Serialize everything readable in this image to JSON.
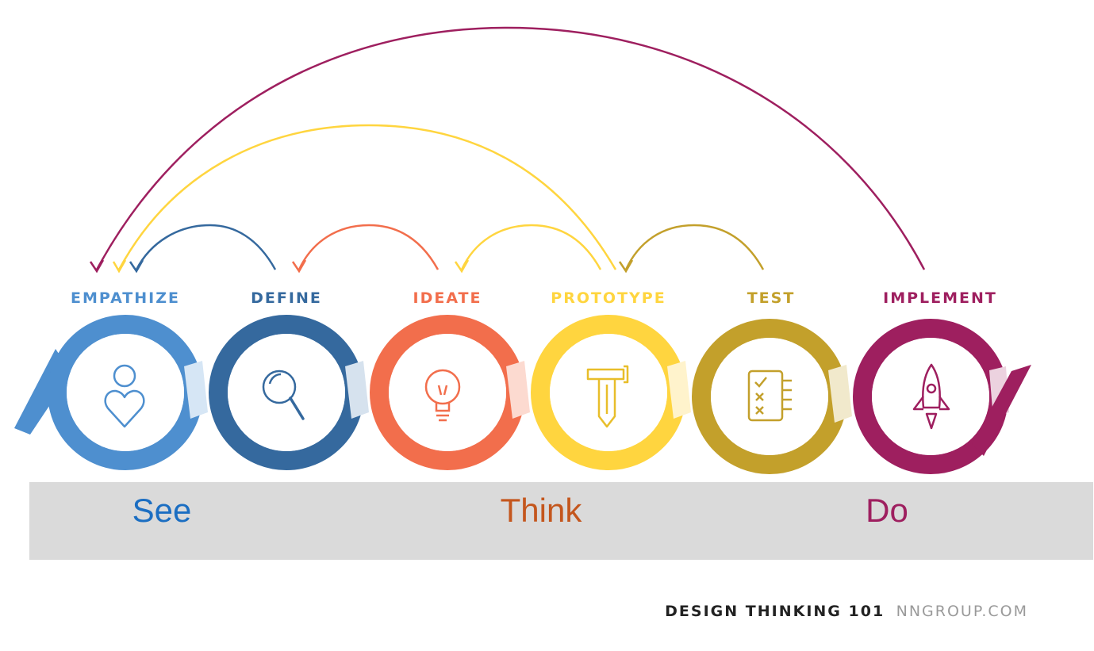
{
  "stages": [
    {
      "label": "EMPATHIZE",
      "color": "#4E8FCF",
      "icon": "person-heart-icon"
    },
    {
      "label": "DEFINE",
      "color": "#35699E",
      "icon": "magnifier-icon"
    },
    {
      "label": "IDEATE",
      "color": "#F26E4C",
      "icon": "lightbulb-icon"
    },
    {
      "label": "PROTOTYPE",
      "color": "#FFD53F",
      "icon": "hammer-pencil-icon"
    },
    {
      "label": "TEST",
      "color": "#C3A02B",
      "icon": "checklist-icon"
    },
    {
      "label": "IMPLEMENT",
      "color": "#9E1F5F",
      "icon": "rocket-icon"
    }
  ],
  "phases": [
    {
      "label": "See",
      "color": "#1B6EC2"
    },
    {
      "label": "Think",
      "color": "#C4561D"
    },
    {
      "label": "Do",
      "color": "#9E1F5F"
    }
  ],
  "feedback_arrows": [
    {
      "from": "DEFINE",
      "to": "EMPATHIZE"
    },
    {
      "from": "IDEATE",
      "to": "DEFINE"
    },
    {
      "from": "PROTOTYPE",
      "to": "IDEATE"
    },
    {
      "from": "TEST",
      "to": "PROTOTYPE"
    },
    {
      "from": "PROTOTYPE",
      "to": "EMPATHIZE"
    },
    {
      "from": "IMPLEMENT",
      "to": "EMPATHIZE"
    }
  ],
  "footer": {
    "title": "DESIGN THINKING 101",
    "site": "NNGROUP.COM",
    "title_color": "#222222",
    "site_color": "#9A9A9A"
  },
  "band_color": "#DADADA"
}
